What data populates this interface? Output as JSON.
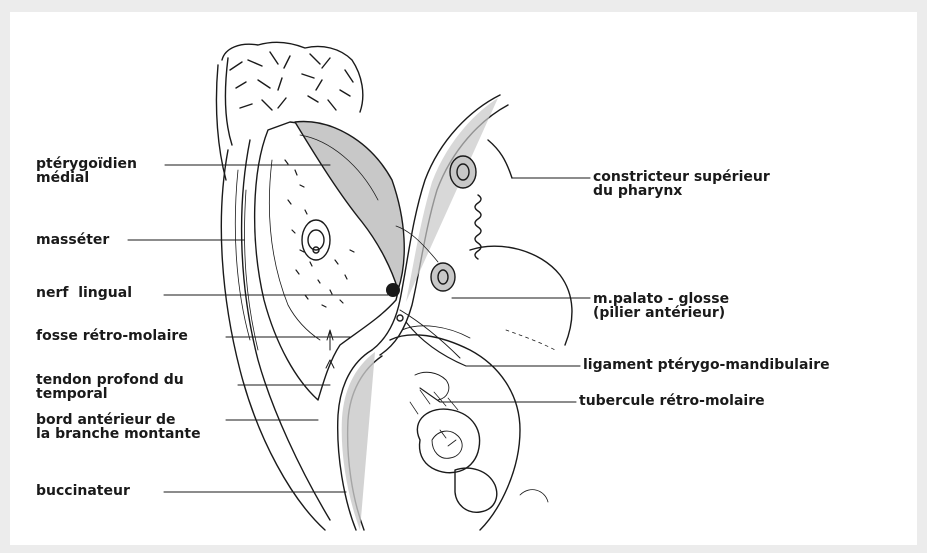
{
  "figure": {
    "labels_left": {
      "pterygoidien_medial": "ptérygoïdien\nmédial",
      "masseter": "masséter",
      "nerf_lingual": "nerf  lingual",
      "fosse_retro_molaire": "fosse rétro-molaire",
      "tendon_profond": "tendon profond du\ntemporal",
      "bord_anterieur": "bord antérieur de\nla branche montante",
      "buccinateur": "buccinateur"
    },
    "labels_right": {
      "constricteur": "constricteur supérieur\ndu pharynx",
      "palato_glosse": "m.palato - glosse\n(pilier antérieur)",
      "ligament": "ligament ptérygo-mandibulaire",
      "tubercule": "tubercule rétro-molaire"
    },
    "colors": {
      "ink": "#1a1a1a",
      "paper": "#ffffff",
      "border": "#ececec",
      "muscle_fill": "#c8c8c8"
    }
  }
}
